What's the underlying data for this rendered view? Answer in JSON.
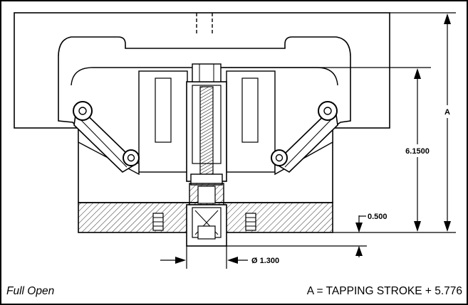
{
  "drawing": {
    "dimensions": {
      "overall": "A",
      "height": "6.1500",
      "offset": "0.500",
      "diameter": "Ø 1.300"
    },
    "captions": {
      "state": "Full Open",
      "formula": "A = TAPPING STROKE + 5.776"
    }
  }
}
